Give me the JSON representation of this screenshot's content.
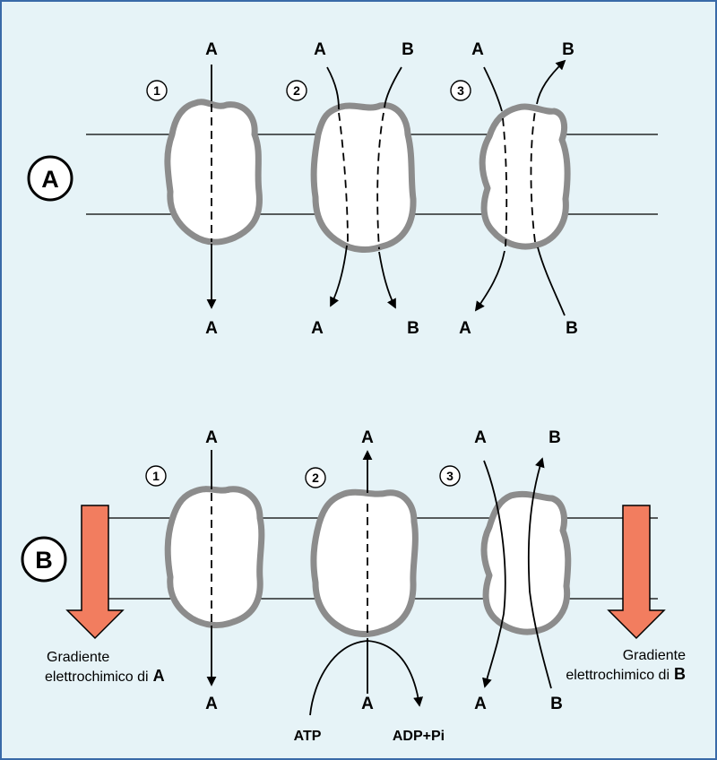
{
  "colors": {
    "background": "#e6f3f7",
    "border": "#3a6aa8",
    "protein_fill": "#ffffff",
    "protein_outline": "#8c8c8c",
    "gradient_arrow": "#f27d5f"
  },
  "panel_a": {
    "label": "A",
    "steps": [
      "1",
      "2",
      "3"
    ],
    "step1": {
      "top": "A",
      "bottom": "A"
    },
    "step2": {
      "top_left": "A",
      "top_right": "B",
      "bottom_left": "A",
      "bottom_right": "B"
    },
    "step3": {
      "top_left": "A",
      "top_right": "B",
      "bottom_left": "A",
      "bottom_right": "B"
    }
  },
  "panel_b": {
    "label": "B",
    "steps": [
      "1",
      "2",
      "3"
    ],
    "step1": {
      "top": "A",
      "bottom": "A"
    },
    "step2": {
      "top": "A",
      "bottom": "A",
      "atp": "ATP",
      "adp": "ADP+Pi"
    },
    "step3": {
      "top_left": "A",
      "top_right": "B",
      "bottom_left": "A",
      "bottom_right": "B"
    },
    "gradient_a": {
      "line1": "Gradiente",
      "line2": "elettrochimico di",
      "molecule": "A"
    },
    "gradient_b": {
      "line1": "Gradiente",
      "line2": "elettrochimico di",
      "molecule": "B"
    }
  }
}
